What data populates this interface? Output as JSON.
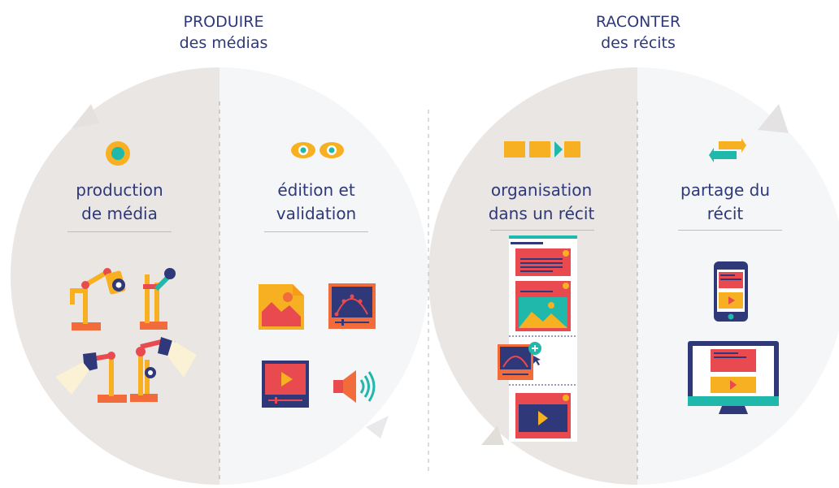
{
  "left_section": {
    "heading_line1": "PRODUIRE",
    "heading_line2": "des médias",
    "steps": [
      {
        "line1": "production",
        "line2": "de média"
      },
      {
        "line1": "édition et",
        "line2": "validation"
      }
    ]
  },
  "right_section": {
    "heading_line1": "RACONTER",
    "heading_line2": "des récits",
    "steps": [
      {
        "line1": "organisation",
        "line2": "dans un récit"
      },
      {
        "line1": "partage du",
        "line2": "récit"
      }
    ]
  },
  "colors": {
    "title": "#2f3879",
    "circle_dark": "#e9e6e4",
    "circle_light": "#f5f6f8",
    "orange": "#f7b021",
    "red": "#e84a4f",
    "teal": "#1fb8ab",
    "navy": "#2f3879",
    "coral": "#f26b3a"
  },
  "icons": [
    "circle-dot-icon",
    "eyes-icon",
    "sequence-arrow-icon",
    "swap-arrows-icon",
    "camera-arm-icon",
    "microphone-arm-icon",
    "lamp-arm-icon",
    "spotlight-arm-icon",
    "image-icon",
    "curve-editor-icon",
    "video-icon",
    "speaker-icon",
    "story-layout-icon",
    "phone-icon",
    "monitor-icon"
  ]
}
